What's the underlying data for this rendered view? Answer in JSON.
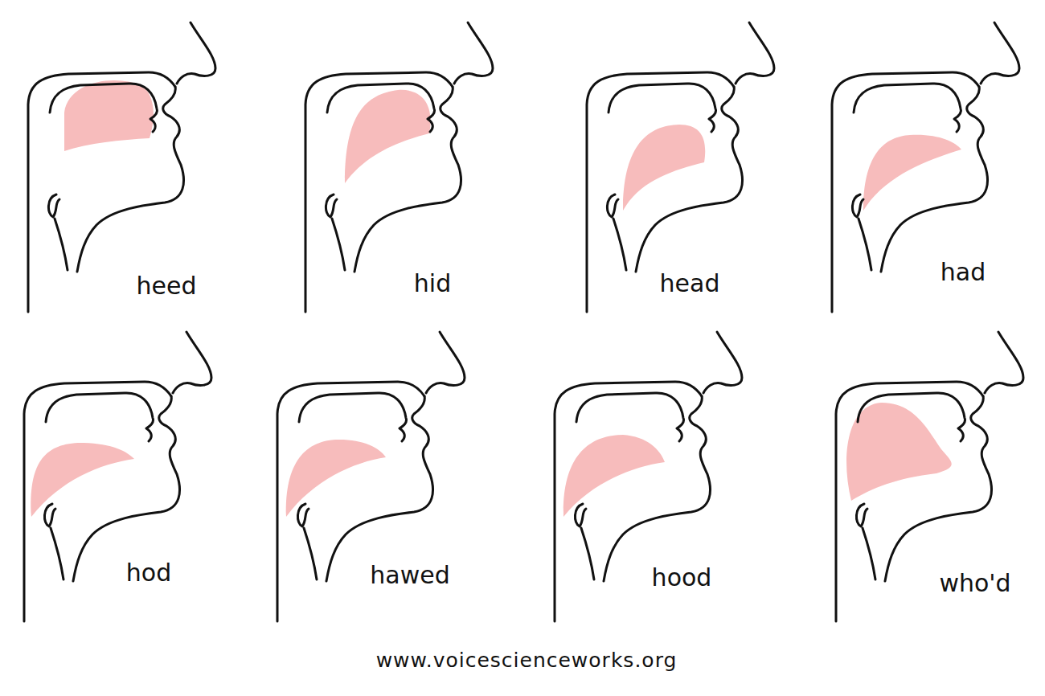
{
  "diagram": {
    "labels": [
      "heed",
      "hid",
      "head",
      "had",
      "hod",
      "hawed",
      "hood",
      "who'd",
      "www.voicescienceworks.org"
    ]
  }
}
